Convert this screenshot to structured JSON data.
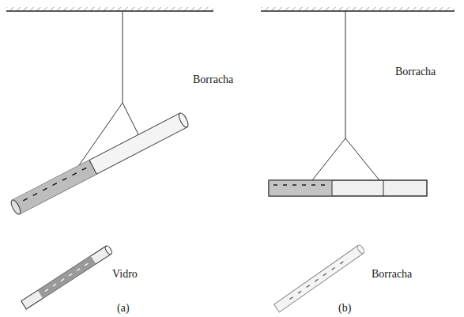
{
  "diagram": {
    "labels": [
      "Borracha",
      "Vidro",
      "(a)",
      "Borracha",
      "Borracha",
      "(b)"
    ]
  }
}
